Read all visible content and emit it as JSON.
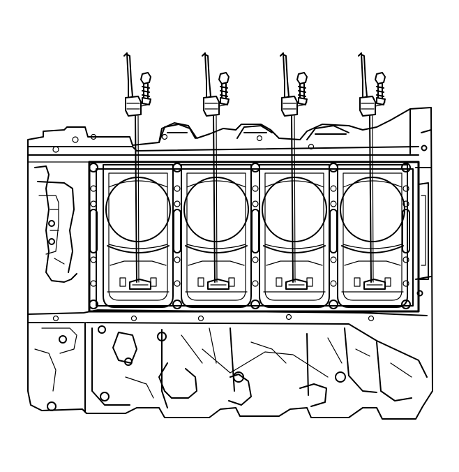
{
  "figure": {
    "subject": "engine-block-cylinder-deck-with-piston-oil-cooling-jets",
    "cylinder_count": 4,
    "oil_jet_count": 4
  },
  "colors": {
    "line": "#000000",
    "background": "#ffffff"
  }
}
